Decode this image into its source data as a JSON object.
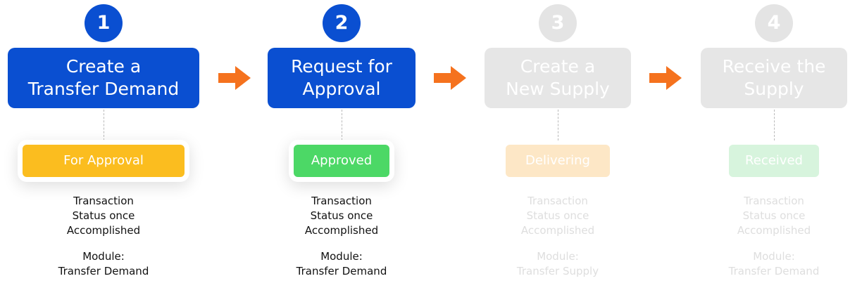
{
  "colors": {
    "active_blue": "#0a4fd1",
    "arrow_orange": "#f5721e",
    "faded_gray": "#e6e6e6",
    "faded_number": "#e4e4e4",
    "badge_yellow": "#fbbd1f",
    "badge_green": "#4cd866",
    "badge_faded_yellow": "#fde7c6",
    "badge_faded_green": "#d7f4dd"
  },
  "steps": [
    {
      "number": "1",
      "title_line1": "Create a",
      "title_line2": "Transfer Demand",
      "status": "For Approval",
      "status_color": "yellow",
      "desc_line1": "Transaction",
      "desc_line2": "Status once",
      "desc_line3": "Accomplished",
      "module_label": "Module:",
      "module_name": "Transfer Demand",
      "active": true
    },
    {
      "number": "2",
      "title_line1": "Request for",
      "title_line2": "Approval",
      "status": "Approved",
      "status_color": "green",
      "desc_line1": "Transaction",
      "desc_line2": "Status once",
      "desc_line3": "Accomplished",
      "module_label": "Module:",
      "module_name": "Transfer Demand",
      "active": true
    },
    {
      "number": "3",
      "title_line1": "Create a",
      "title_line2": "New Supply",
      "status": "Delivering",
      "status_color": "yellow",
      "desc_line1": "Transaction",
      "desc_line2": "Status once",
      "desc_line3": "Accomplished",
      "module_label": "Module:",
      "module_name": "Transfer Supply",
      "active": false
    },
    {
      "number": "4",
      "title_line1": "Receive the",
      "title_line2": "Supply",
      "status": "Received",
      "status_color": "green",
      "desc_line1": "Transaction",
      "desc_line2": "Status once",
      "desc_line3": "Accomplished",
      "module_label": "Module:",
      "module_name": "Transfer Demand",
      "active": false
    }
  ],
  "arrows": [
    {
      "icon": "right-arrow-icon"
    },
    {
      "icon": "right-arrow-icon"
    },
    {
      "icon": "right-arrow-icon"
    }
  ]
}
